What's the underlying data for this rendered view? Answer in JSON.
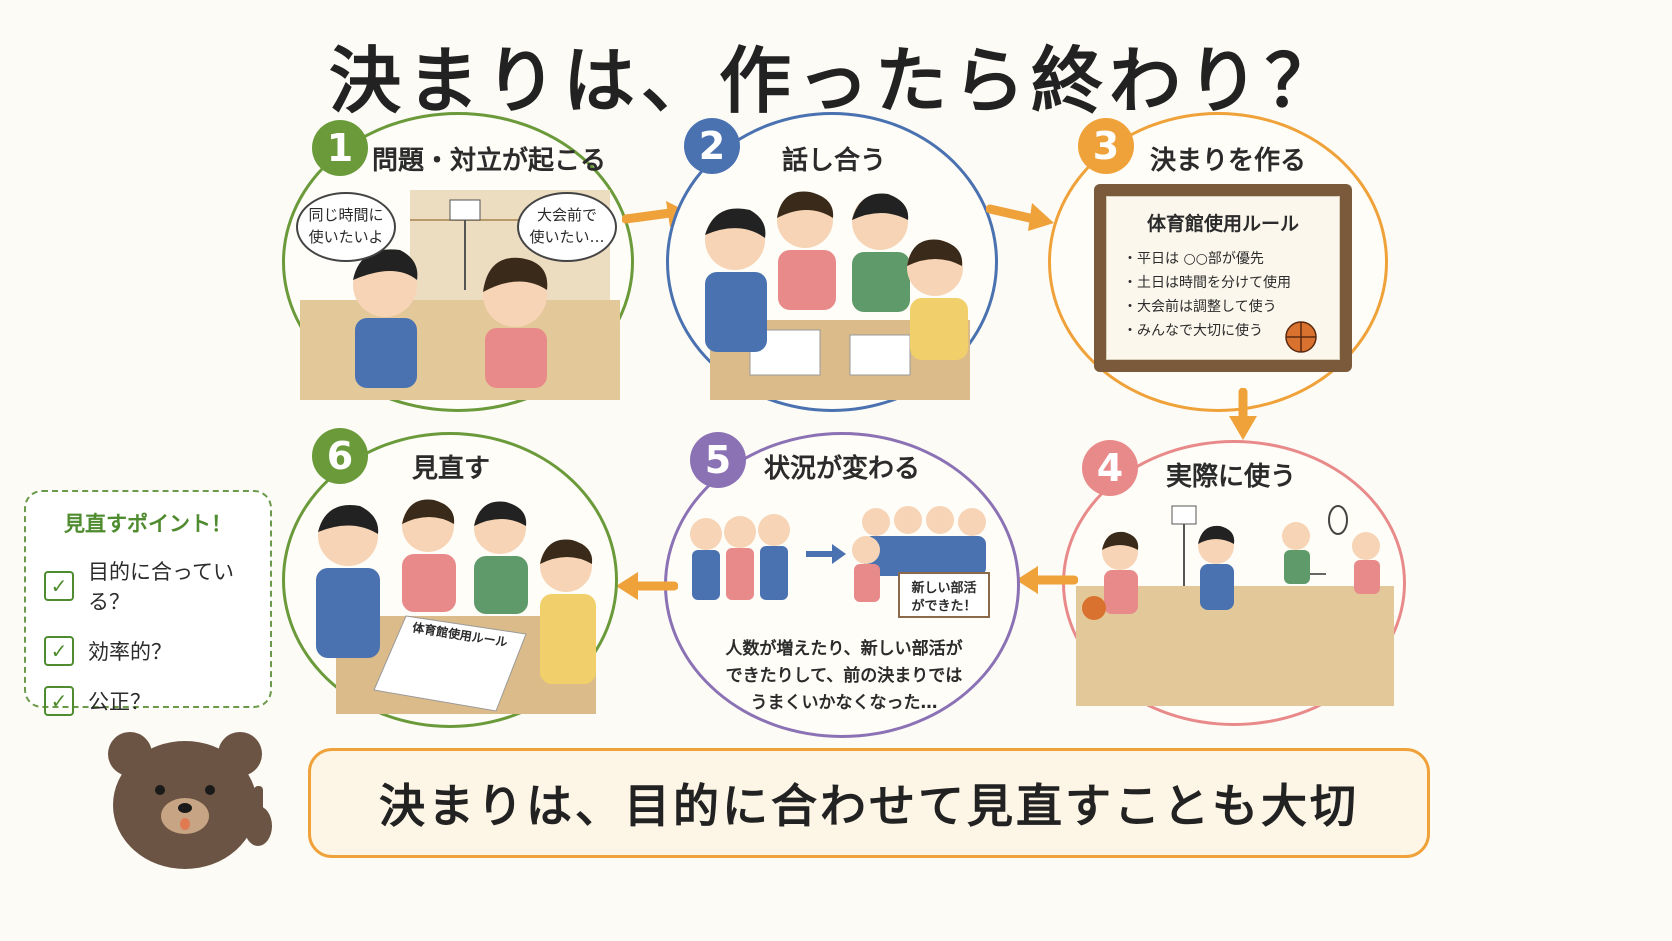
{
  "title": "決まりは、作ったら終わり？",
  "colors": {
    "green": "#6a9a3a",
    "blue": "#4a72b0",
    "orange": "#f0a23a",
    "pink": "#e98a8a",
    "purple": "#8b72b5",
    "arrow": "#f0a23a"
  },
  "steps": [
    {
      "number": "1",
      "label": "問題・対立が起こる",
      "bubble_left": "同じ時間に\n使いたいよ",
      "bubble_right": "大会前で\n使いたい…"
    },
    {
      "number": "2",
      "label": "話し合う"
    },
    {
      "number": "3",
      "label": "決まりを作る",
      "board": {
        "title": "体育館使用ルール",
        "items": [
          "・平日は ○○部が優先",
          "・土日は時間を分けて使用",
          "・大会前は調整して使う",
          "・みんなで大切に使う"
        ]
      }
    },
    {
      "number": "4",
      "label": "実際に使う"
    },
    {
      "number": "5",
      "label": "状況が変わる",
      "sign": "新しい部活\nができた！",
      "text": "人数が増えたり、新しい部活が\nできたりして、前の決まりでは\nうまくいかなくなった…"
    },
    {
      "number": "6",
      "label": "見直す",
      "paper_title": "体育館使用ルール"
    }
  ],
  "points": {
    "title": "見直すポイント！",
    "items": [
      "目的に合っている？",
      "効率的？",
      "公正？"
    ]
  },
  "summary": "決まりは、目的に合わせて見直すことも大切"
}
